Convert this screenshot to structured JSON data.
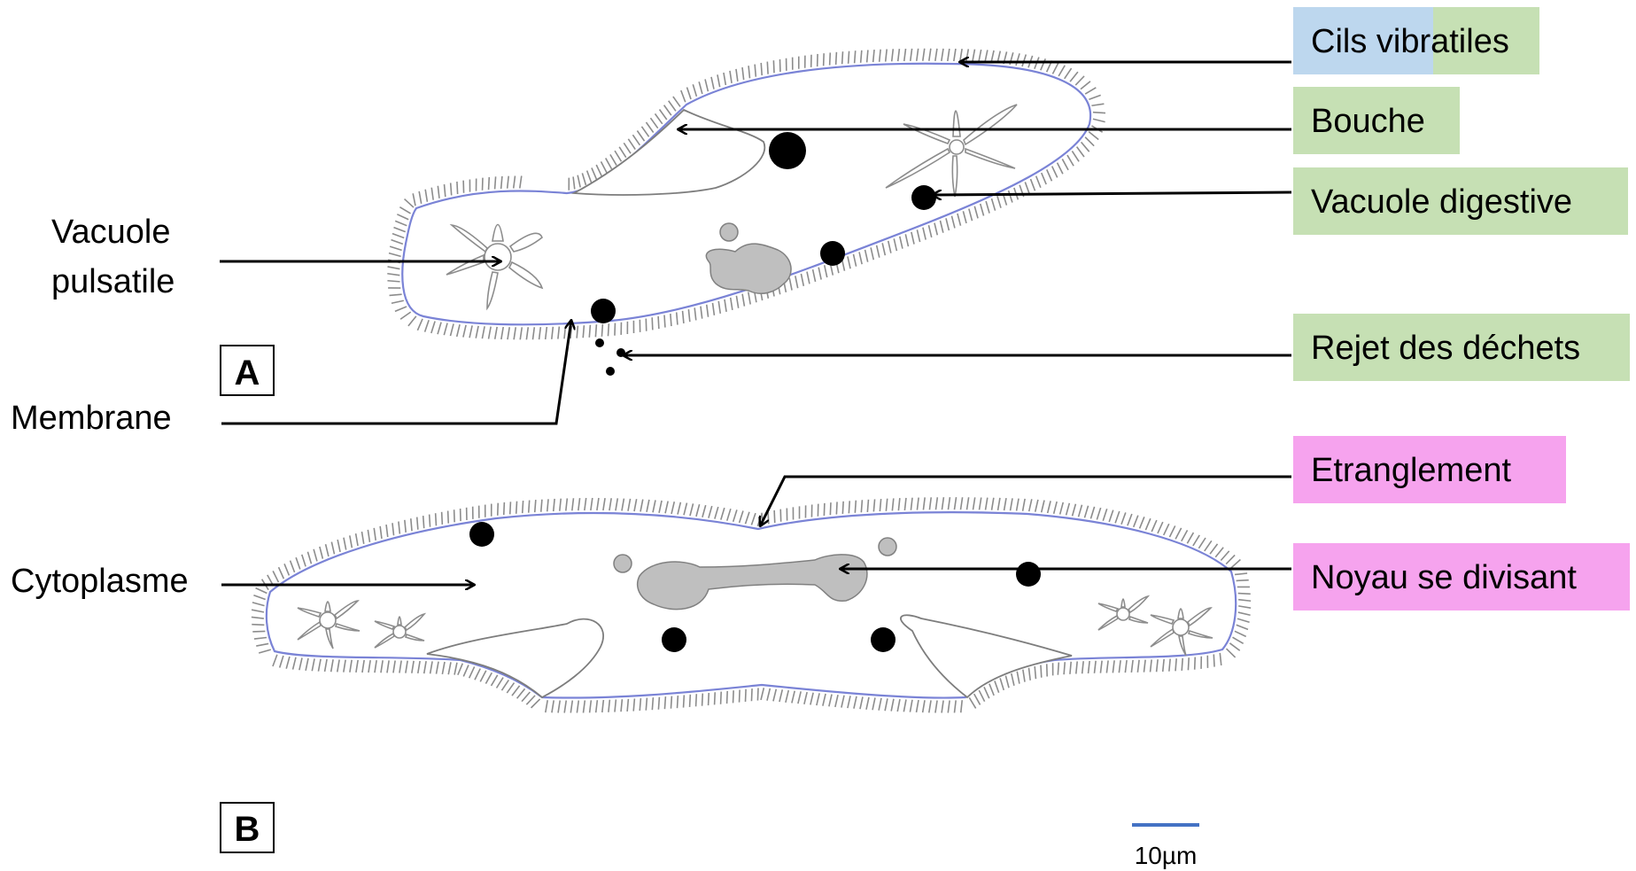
{
  "panels": {
    "a": "A",
    "b": "B"
  },
  "labels": {
    "vacuole_pulsatile_line1": "Vacuole",
    "vacuole_pulsatile_line2": "pulsatile",
    "membrane": "Membrane",
    "cytoplasme": "Cytoplasme"
  },
  "boxes": {
    "cils_vibratiles": "Cils vibratiles",
    "bouche": "Bouche",
    "vacuole_digestive": "Vacuole digestive",
    "rejet_dechets": "Rejet des déchets",
    "etranglement": "Etranglement",
    "noyau_divisant": "Noyau se divisant"
  },
  "scale_bar": {
    "label": "10µm"
  },
  "colors": {
    "green_box": "#c6e0b4",
    "blue_box": "#bdd7ee",
    "pink_box": "#f6a3ee",
    "membrane": "#7a83d6",
    "nucleus": "#bfbfbf",
    "scale_bar": "#4472c4"
  }
}
